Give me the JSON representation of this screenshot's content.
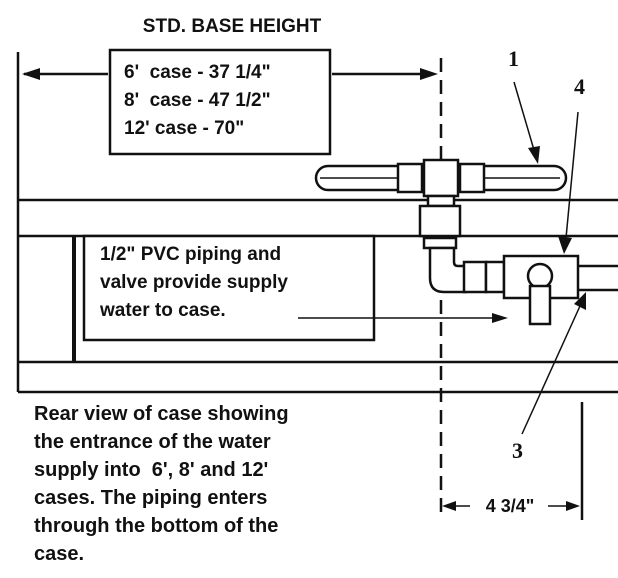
{
  "title": "STD. BASE HEIGHT",
  "base_heights": [
    "6'  case - 37 1/4\"",
    "8'  case - 47 1/2\"",
    "12' case - 70\""
  ],
  "supply_note": [
    "1/2\" PVC piping and",
    "valve provide supply",
    "water to case."
  ],
  "caption": [
    "Rear view of case showing",
    "the entrance of the water",
    "supply into  6', 8' and 12'",
    "cases. The piping enters",
    "through the bottom of the",
    "case."
  ],
  "dimension": "4 3/4\"",
  "callouts": [
    "1",
    "4",
    "3"
  ],
  "colors": {
    "ink": "#111111",
    "background": "#ffffff"
  }
}
